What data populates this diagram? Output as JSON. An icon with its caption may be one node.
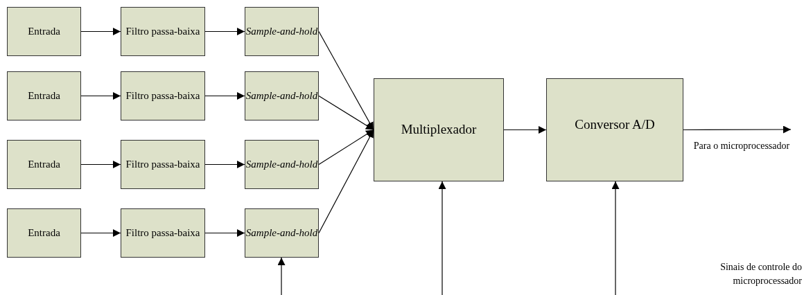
{
  "diagram": {
    "nodes": [
      {
        "text": [
          "Entrada"
        ]
      },
      {
        "text": [
          "Filtro passa-baixa"
        ]
      },
      {
        "text": [
          "Sample-and-hold"
        ]
      },
      {
        "text": [
          "Entrada"
        ]
      },
      {
        "text": [
          "Filtro passa-baixa"
        ]
      },
      {
        "text": [
          "Sample-and-hold"
        ]
      },
      {
        "text": [
          "Entrada"
        ]
      },
      {
        "text": [
          "Filtro passa-baixa"
        ]
      },
      {
        "text": [
          "Sample-and-hold"
        ]
      },
      {
        "text": [
          "Entrada"
        ]
      },
      {
        "text": [
          "Filtro passa-baixa"
        ]
      },
      {
        "text": [
          "Sample-and-hold"
        ]
      },
      {
        "text": [
          "Multiplexador"
        ]
      },
      {
        "text": [
          "Conversor A/D"
        ]
      }
    ],
    "edges": [
      {
        "from": 0,
        "to": 1,
        "arrow": "to"
      },
      {
        "from": 1,
        "to": 2,
        "arrow": "to"
      },
      {
        "from": 3,
        "to": 4,
        "arrow": "to"
      },
      {
        "from": 4,
        "to": 5,
        "arrow": "to"
      },
      {
        "from": 6,
        "to": 7,
        "arrow": "to"
      },
      {
        "from": 7,
        "to": 8,
        "arrow": "to"
      },
      {
        "from": 9,
        "to": 10,
        "arrow": "to"
      },
      {
        "from": 10,
        "to": 11,
        "arrow": "to"
      },
      {
        "from": 2,
        "to": 12,
        "arrow": "to"
      },
      {
        "from": 5,
        "to": 12,
        "arrow": "to"
      },
      {
        "from": 8,
        "to": 12,
        "arrow": "to"
      },
      {
        "from": 11,
        "to": 12,
        "arrow": "to"
      },
      {
        "from": 12,
        "to": 13,
        "arrow": "to"
      },
      {
        "from": 13,
        "to": null,
        "arrow": "to",
        "label": "Para o microprocessador"
      },
      {
        "from": null,
        "to": 11,
        "arrow": "to"
      },
      {
        "from": null,
        "to": 12,
        "arrow": "to"
      },
      {
        "from": null,
        "to": 13,
        "arrow": "to"
      }
    ],
    "labels": [
      "Sinais de controle do microprocessador"
    ]
  }
}
